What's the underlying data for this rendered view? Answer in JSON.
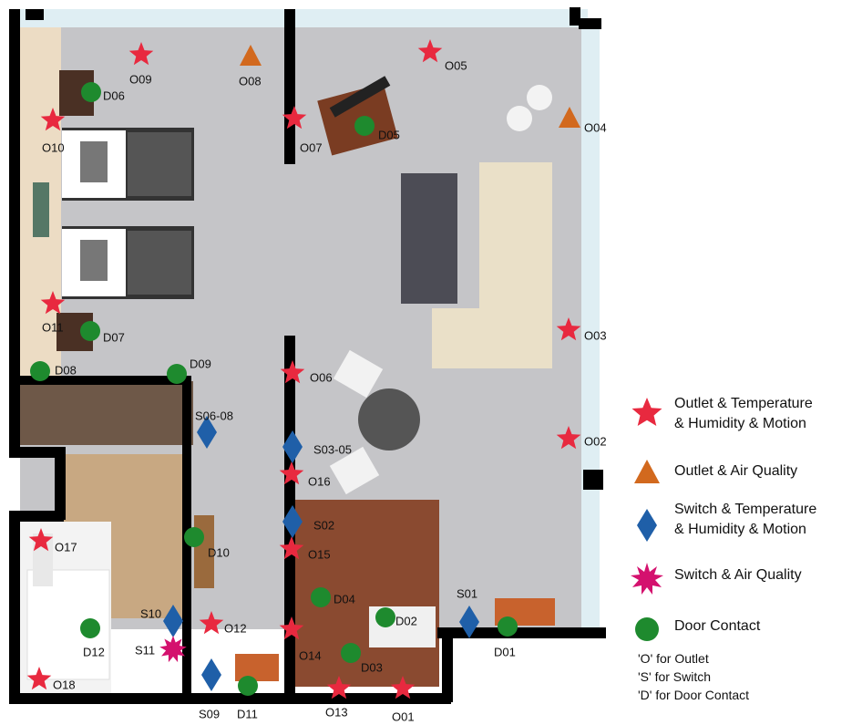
{
  "devices": [
    {
      "id": "O09",
      "type": "outlet_thm"
    },
    {
      "id": "O08",
      "type": "outlet_aq"
    },
    {
      "id": "O05",
      "type": "outlet_thm"
    },
    {
      "id": "O04",
      "type": "outlet_aq"
    },
    {
      "id": "O07",
      "type": "outlet_thm"
    },
    {
      "id": "O10",
      "type": "outlet_thm"
    },
    {
      "id": "O11",
      "type": "outlet_thm"
    },
    {
      "id": "O03",
      "type": "outlet_thm"
    },
    {
      "id": "O06",
      "type": "outlet_thm"
    },
    {
      "id": "O02",
      "type": "outlet_thm"
    },
    {
      "id": "O16",
      "type": "outlet_thm"
    },
    {
      "id": "O15",
      "type": "outlet_thm"
    },
    {
      "id": "O17",
      "type": "outlet_thm"
    },
    {
      "id": "O12",
      "type": "outlet_thm"
    },
    {
      "id": "O14",
      "type": "outlet_thm"
    },
    {
      "id": "O13",
      "type": "outlet_thm"
    },
    {
      "id": "O01",
      "type": "outlet_thm"
    },
    {
      "id": "O18",
      "type": "outlet_thm"
    },
    {
      "id": "S06-08",
      "type": "switch_thm"
    },
    {
      "id": "S03-05",
      "type": "switch_thm"
    },
    {
      "id": "S02",
      "type": "switch_thm"
    },
    {
      "id": "S10",
      "type": "switch_thm"
    },
    {
      "id": "S09",
      "type": "switch_thm"
    },
    {
      "id": "S01",
      "type": "switch_thm"
    },
    {
      "id": "S11",
      "type": "switch_aq"
    },
    {
      "id": "D06",
      "type": "door"
    },
    {
      "id": "D05",
      "type": "door"
    },
    {
      "id": "D07",
      "type": "door"
    },
    {
      "id": "D08",
      "type": "door"
    },
    {
      "id": "D09",
      "type": "door"
    },
    {
      "id": "D10",
      "type": "door"
    },
    {
      "id": "D04",
      "type": "door"
    },
    {
      "id": "D02",
      "type": "door"
    },
    {
      "id": "D03",
      "type": "door"
    },
    {
      "id": "D12",
      "type": "door"
    },
    {
      "id": "D11",
      "type": "door"
    },
    {
      "id": "D01",
      "type": "door"
    }
  ],
  "legend": {
    "items": [
      {
        "type": "outlet_thm",
        "label": "Outlet & Temperature\n& Humidity & Motion"
      },
      {
        "type": "outlet_aq",
        "label": "Outlet & Air Quality"
      },
      {
        "type": "switch_thm",
        "label": "Switch & Temperature\n& Humidity & Motion"
      },
      {
        "type": "switch_aq",
        "label": "Switch & Air Quality"
      },
      {
        "type": "door",
        "label": "Door Contact"
      }
    ],
    "key_o": "'O' for Outlet",
    "key_s": "'S' for Switch",
    "key_d": "'D' for Door Contact"
  },
  "colors": {
    "outlet_thm": "#e8293f",
    "outlet_aq": "#d2691e",
    "switch_thm": "#1f5fa8",
    "switch_aq": "#d4116e",
    "door": "#1e8a2e",
    "wall": "#000000",
    "floor": "#c8c8cb",
    "window": "#dfeef3"
  }
}
